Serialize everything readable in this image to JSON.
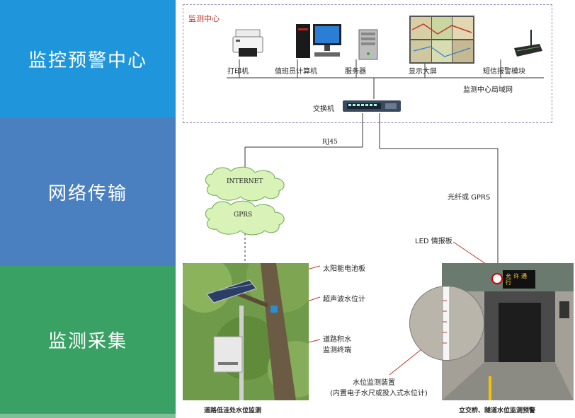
{
  "layers": {
    "center": "监控预警中心",
    "network": "网络传输",
    "collection": "监测采集"
  },
  "center_box": {
    "title": "监测中心",
    "lan_label": "监测中心局域网",
    "switch_label": "交换机"
  },
  "devices": [
    {
      "icon": "printer-icon",
      "label": "打印机"
    },
    {
      "icon": "computer-icon",
      "label": "值班员计算机"
    },
    {
      "icon": "server-icon",
      "label": "服务器"
    },
    {
      "icon": "display-wall-icon",
      "label": "显示大屏"
    },
    {
      "icon": "sms-alarm-module-icon",
      "label": "短信报警模块"
    }
  ],
  "network": {
    "rj45": "RJ45",
    "internet": "INTERNET",
    "gprs": "GPRS",
    "fiber": "光纤或 GPRS"
  },
  "road_site": {
    "solar": "太阳能电池板",
    "ultrasonic": "超声波水位计",
    "terminal_line1": "道路积水",
    "terminal_line2": "监测终端",
    "caption": "道路低洼处水位监测"
  },
  "tunnel_site": {
    "led": "LED 情报板",
    "led_sign_text": "允许通行",
    "device_line1": "水位监测装置",
    "device_line2": "(内置电子水尺或投入式水位计)",
    "caption": "立交桥、隧道水位监测预警"
  },
  "colors": {
    "center_band": "#1f96dc",
    "network_band": "#4a80bf",
    "collection_band": "#3aa165",
    "cloud_fill": "#d8f2b8",
    "annotation_red": "#c0392b"
  }
}
